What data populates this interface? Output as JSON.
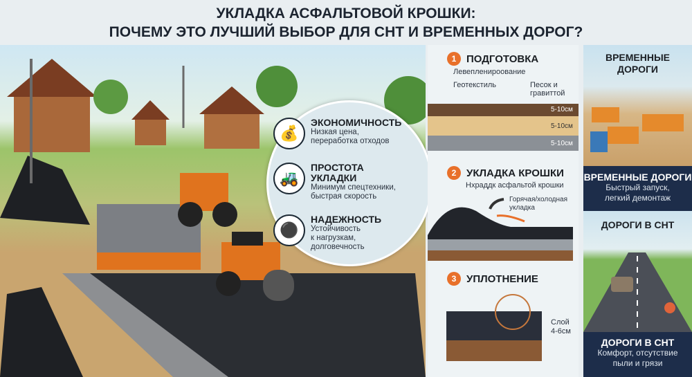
{
  "title": {
    "line1": "УКЛАДКА АСФАЛЬТОВОЙ КРОШКИ:",
    "line2": "ПОЧЕМУ ЭТО ЛУЧШИЙ ВЫБОР ДЛЯ СНТ И ВРЕМЕННЫХ ДОРОГ?"
  },
  "benefits": [
    {
      "icon": "coins-percent-icon",
      "title": "ЭКОНОМИЧНОСТЬ",
      "text1": "Низкая цена,",
      "text2": "переработка отходов"
    },
    {
      "icon": "road-roller-icon",
      "title": "ПРОСТОТА",
      "title2": "УКЛАДКИ",
      "text1": "Минимум спецтехники,",
      "text2": "быстрая скорость"
    },
    {
      "icon": "tire-icon",
      "title": "НАДЕЖНОСТЬ",
      "text1": "Устойчивость",
      "text2": "к нагрузкам,",
      "text3": "долговечность"
    }
  ],
  "steps": [
    {
      "num": "1",
      "title": "ПОДГОТОВКА",
      "subtitle": "Левепленироование",
      "label_a": "Геотекстиль",
      "label_b1": "Песок и",
      "label_b2": "гравиттой",
      "dims": [
        "5-10см",
        "5-10см",
        "5-10см"
      ]
    },
    {
      "num": "2",
      "title": "УКЛАДКА КРОШКИ",
      "subtitle": "Нхраддк асфальтой крошки",
      "note1": "Горячая/холодная",
      "note2": "укладка"
    },
    {
      "num": "3",
      "title": "УПЛОТНЕНИЕ",
      "dim1": "Слой",
      "dim2": "4-6см"
    }
  ],
  "right": {
    "scene1_title1": "ВРЕМЕННЫЕ",
    "scene1_title2": "ДОРОГИ",
    "box1_title": "ВРЕМЕННЫЕ ДОРОГИ",
    "box1_text1": "Быстрый запуск,",
    "box1_text2": "легкий демонтаж",
    "scene2_title": "ДОРОГИ В СНТ",
    "box2_title": "ДОРОГИ В СНТ",
    "box2_text1": "Комфорт, отсутствие",
    "box2_text2": "пыли и грязи"
  },
  "colors": {
    "accent": "#e8702a",
    "navy": "#1d2d4a",
    "asphalt": "#2a2d33"
  }
}
